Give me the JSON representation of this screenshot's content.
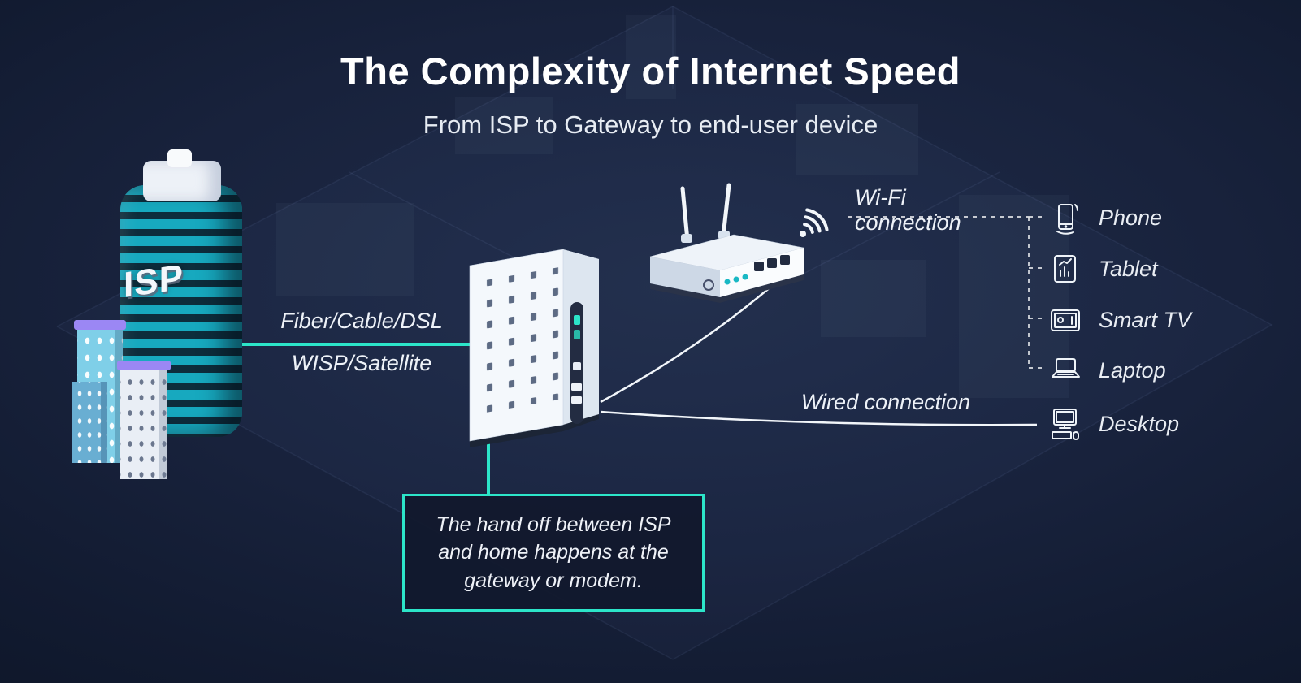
{
  "title": "The Complexity of Internet Speed",
  "subtitle": "From ISP to Gateway to end-user device",
  "isp": {
    "label": "ISP"
  },
  "links": {
    "fiber": "Fiber/Cable/DSL",
    "wisp": "WISP/Satellite",
    "wifi": "Wi-Fi connection",
    "wired": "Wired connection"
  },
  "devices": [
    {
      "id": "phone",
      "label": "Phone"
    },
    {
      "id": "tablet",
      "label": "Tablet"
    },
    {
      "id": "smart-tv",
      "label": "Smart TV"
    },
    {
      "id": "laptop",
      "label": "Laptop"
    },
    {
      "id": "desktop",
      "label": "Desktop"
    }
  ],
  "callout": {
    "text": "The hand off between ISP and home happens at the gateway or modem."
  },
  "icons": {
    "wifi_signal": "wifi-signal-icon",
    "phone": "phone-icon",
    "tablet": "tablet-icon",
    "smart_tv": "smart-tv-icon",
    "laptop": "laptop-icon",
    "desktop": "desktop-icon"
  },
  "colors": {
    "accent": "#2ce5c9",
    "background": "#121b2f",
    "stripe_teal": "#17a9bf",
    "purple": "#9b87f4",
    "text": "#ffffff"
  }
}
